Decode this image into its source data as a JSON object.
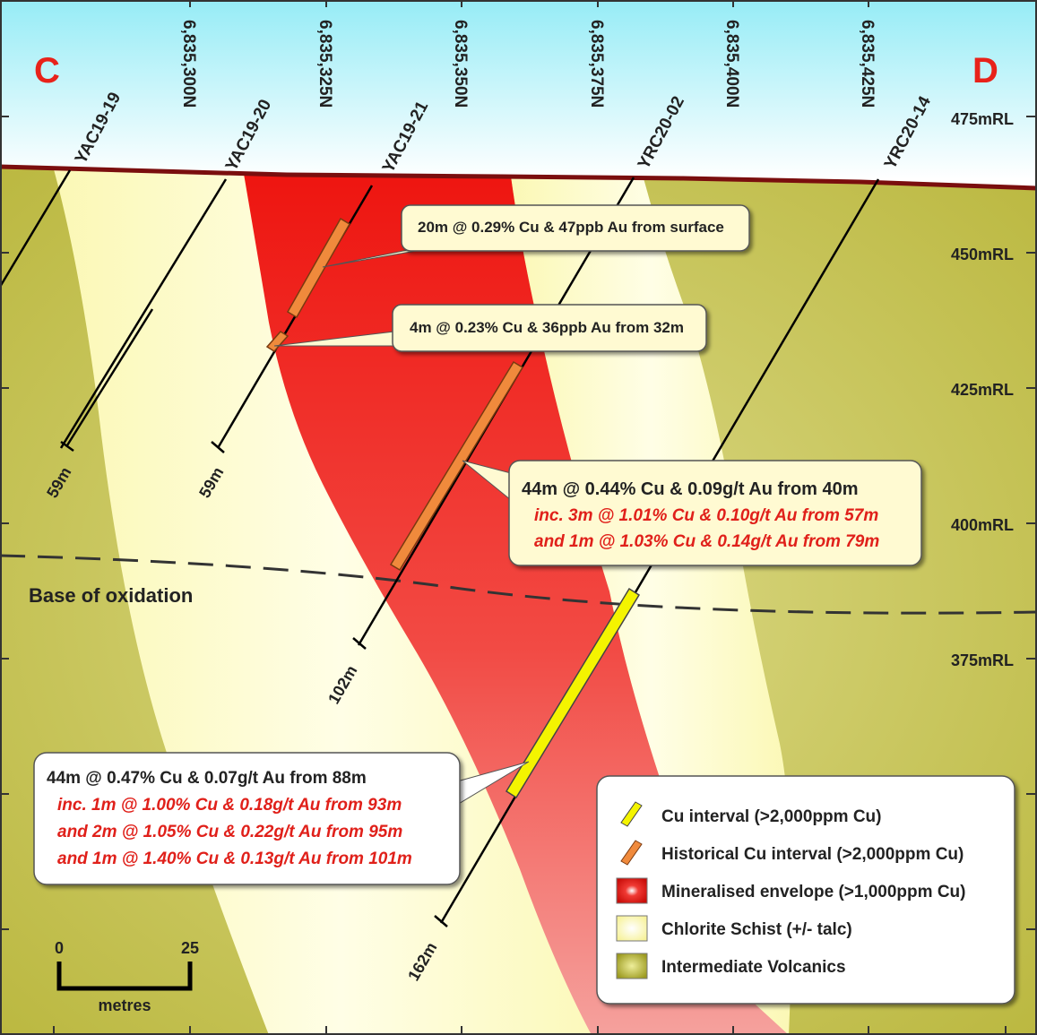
{
  "section": {
    "left_label": "C",
    "right_label": "D",
    "northings": [
      "6,835,300N",
      "6,835,325N",
      "6,835,350N",
      "6,835,375N",
      "6,835,400N",
      "6,835,425N"
    ],
    "elevations": [
      "475mRL",
      "450mRL",
      "425mRL",
      "400mRL",
      "375mRL"
    ],
    "oxidation_label": "Base of oxidation"
  },
  "holes": [
    {
      "id": "YAC19-19",
      "depth": "59m"
    },
    {
      "id": "YAC19-20",
      "depth": "59m"
    },
    {
      "id": "YAC19-21",
      "depth": "102m"
    },
    {
      "id": "YRC20-02",
      "depth": "162m"
    },
    {
      "id": "YRC20-14",
      "depth": ""
    }
  ],
  "callouts": {
    "c1": {
      "line1": "20m @ 0.29% Cu & 47ppb Au from surface"
    },
    "c2": {
      "line1": "4m @ 0.23% Cu & 36ppb Au from 32m"
    },
    "c3": {
      "line1": "44m @ 0.44% Cu & 0.09g/t Au from 40m",
      "line2": "inc. 3m @ 1.01% Cu & 0.10g/t Au from 57m",
      "line3": "and 1m @ 1.03% Cu & 0.14g/t Au from 79m"
    },
    "c4": {
      "line1": "44m @ 0.47% Cu & 0.07g/t Au from 88m",
      "line2": "inc. 1m @ 1.00% Cu & 0.18g/t Au from 93m",
      "line3": "and 2m @ 1.05% Cu & 0.22g/t Au from 95m",
      "line4": "and 1m @ 1.40% Cu & 0.13g/t Au from 101m"
    }
  },
  "legend": {
    "items": [
      {
        "label": "Cu interval (>2,000ppm Cu)",
        "icon": "yellow-bar-icon",
        "color": "#f2f200"
      },
      {
        "label": "Historical Cu interval (>2,000ppm Cu)",
        "icon": "orange-bar-icon",
        "color": "#f08a3c"
      },
      {
        "label": "Mineralised envelope (>1,000ppm Cu)",
        "icon": "red-swatch-icon",
        "color": "#e8130f"
      },
      {
        "label": "Chlorite Schist (+/- talc)",
        "icon": "pale-yellow-swatch-icon",
        "color": "#fdfcc4"
      },
      {
        "label": "Intermediate Volcanics",
        "icon": "olive-swatch-icon",
        "color": "#c7c452"
      }
    ]
  },
  "scale_bar": {
    "start": "0",
    "end": "25",
    "unit": "metres"
  },
  "colors": {
    "sky": "#a8eef6",
    "volcanics": "#c7c452",
    "schist": "#fdfcc4",
    "envelope": "#ed1a14",
    "envelope_pale": "#f39a96",
    "surface": "#7a0e0e"
  }
}
